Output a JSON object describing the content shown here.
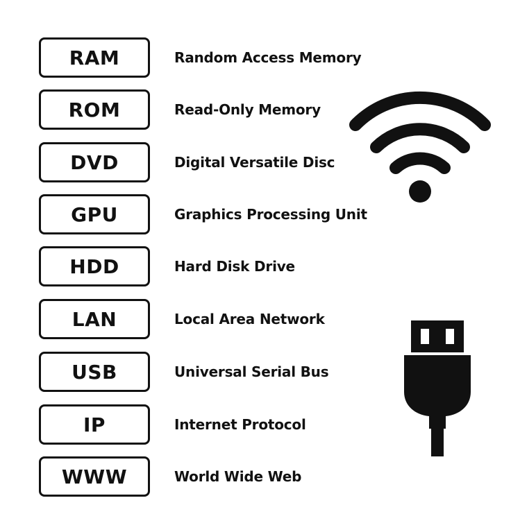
{
  "glossary": {
    "items": [
      {
        "abbr": "RAM",
        "full": "Random Access Memory"
      },
      {
        "abbr": "ROM",
        "full": "Read-Only Memory"
      },
      {
        "abbr": "DVD",
        "full": "Digital Versatile Disc"
      },
      {
        "abbr": "GPU",
        "full": "Graphics Processing Unit"
      },
      {
        "abbr": "HDD",
        "full": "Hard Disk Drive"
      },
      {
        "abbr": "LAN",
        "full": "Local Area Network"
      },
      {
        "abbr": "USB",
        "full": "Universal Serial Bus"
      },
      {
        "abbr": "IP",
        "full": "Internet Protocol"
      },
      {
        "abbr": "WWW",
        "full": "World Wide Web"
      }
    ]
  },
  "icons": {
    "wifi": "wifi-icon",
    "usb": "usb-plug-icon"
  },
  "colors": {
    "ink": "#111111",
    "background": "#ffffff"
  }
}
